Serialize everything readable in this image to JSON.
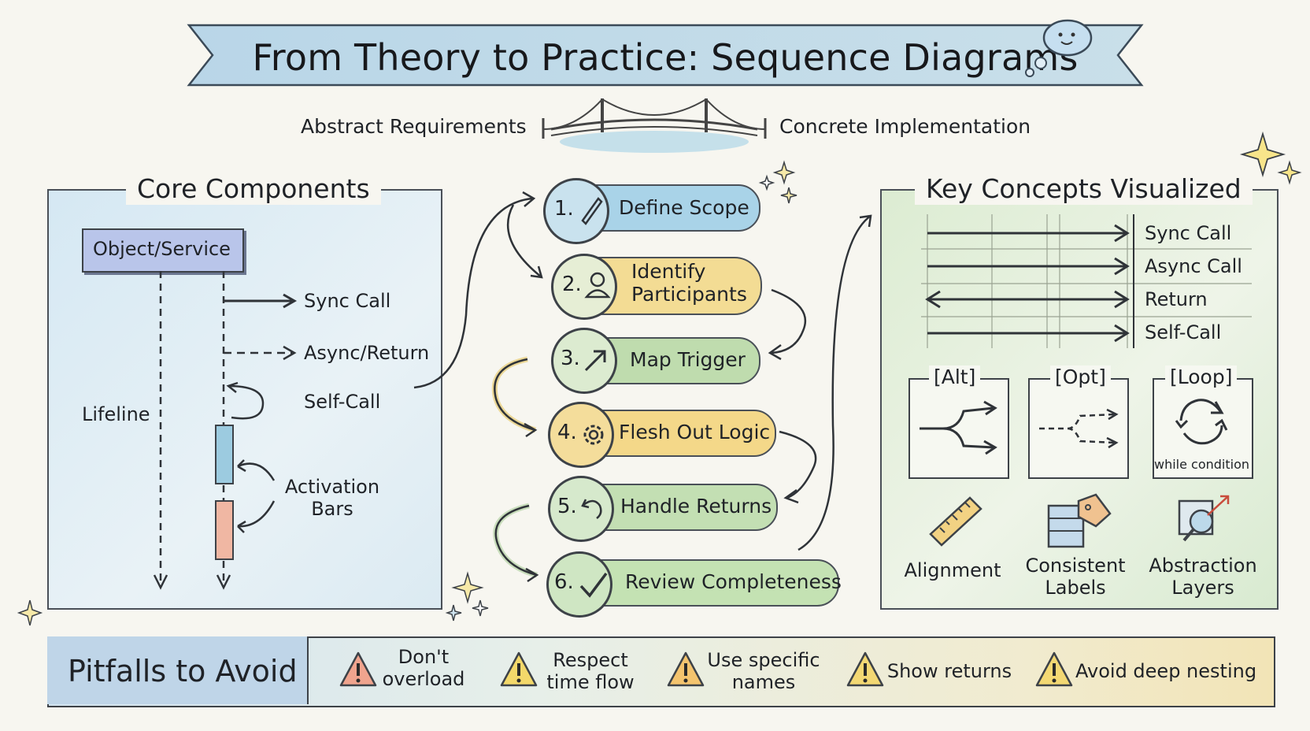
{
  "title": "From Theory to Practice: Sequence Diagrams",
  "bridge": {
    "left_label": "Abstract Requirements",
    "right_label": "Concrete Implementation"
  },
  "core": {
    "title": "Core Components",
    "object_label": "Object/Service",
    "sync_call": "Sync Call",
    "async_return": "Async/Return",
    "self_call": "Self-Call",
    "lifeline": "Lifeline",
    "activation_bars": "Activation\nBars"
  },
  "steps": [
    {
      "num": "1.",
      "label": "Define Scope",
      "color": "#a9d3e8",
      "icon": "pencil-icon"
    },
    {
      "num": "2.",
      "label": "Identify\nParticipants",
      "color": "#f3dc94",
      "icon": "person-icon"
    },
    {
      "num": "3.",
      "label": "Map Trigger",
      "color": "#bfdcae",
      "icon": "arrow-icon"
    },
    {
      "num": "4.",
      "label": "Flesh Out Logic",
      "color": "#f4d889",
      "icon": "gear-icon"
    },
    {
      "num": "5.",
      "label": "Handle Returns",
      "color": "#c3dfb3",
      "icon": "return-arrow-icon"
    },
    {
      "num": "6.",
      "label": "Review Completeness",
      "color": "#c4e2b3",
      "icon": "checkmark-icon"
    }
  ],
  "key_concepts": {
    "title": "Key Concepts Visualized",
    "arrows": [
      "Sync Call",
      "Async Call",
      "Return",
      "Self-Call"
    ],
    "frames": [
      {
        "label": "[Alt]"
      },
      {
        "label": "[Opt]"
      },
      {
        "label": "[Loop]",
        "note": "while condition"
      }
    ],
    "tips": [
      {
        "label": "Alignment",
        "icon": "ruler-icon"
      },
      {
        "label": "Consistent\nLabels",
        "icon": "tag-icon"
      },
      {
        "label": "Abstraction\nLayers",
        "icon": "magnifier-icon"
      }
    ]
  },
  "pitfalls": {
    "title": "Pitfalls to Avoid",
    "items": [
      {
        "label": "Don't\noverload",
        "color": "#f0a48e"
      },
      {
        "label": "Respect\ntime flow",
        "color": "#f3d86a"
      },
      {
        "label": "Use specific\nnames",
        "color": "#f4c46e"
      },
      {
        "label": "Show returns",
        "color": "#f3d873"
      },
      {
        "label": "Avoid deep nesting",
        "color": "#f3d873"
      }
    ]
  },
  "colors": {
    "ink": "#2f3338",
    "core_bg": "#d7e9f3",
    "concepts_bg": "#dcebcf",
    "banner_bg": "#bcd8e8"
  }
}
